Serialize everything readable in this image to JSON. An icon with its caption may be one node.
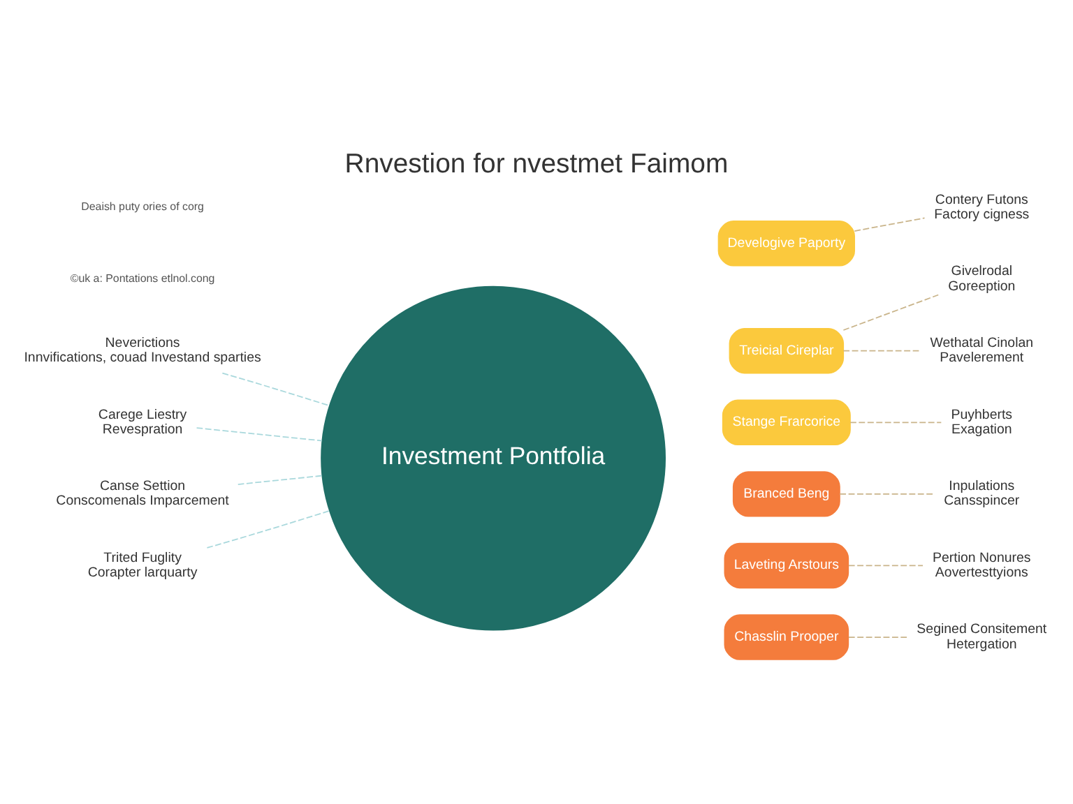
{
  "diagram": {
    "title": "Rnvestion for nvestmet Faimom",
    "nodes": [
      {
        "text": [
          "Investment Pontfolia"
        ]
      },
      {
        "text": [
          "Neverictions",
          "Innvifications, couad Investand sparties"
        ]
      },
      {
        "text": [
          "Carege Liestry",
          "Revespration"
        ]
      },
      {
        "text": [
          "Canse Settion",
          "Conscomenals Imparcement"
        ]
      },
      {
        "text": [
          "Trited Fuglity",
          "Corapter larquarty"
        ]
      },
      {
        "text": [
          "Develogive Paporty"
        ]
      },
      {
        "text": [
          "Treicial Cireplar"
        ]
      },
      {
        "text": [
          "Stange Frarcorice"
        ]
      },
      {
        "text": [
          "Branced Beng"
        ]
      },
      {
        "text": [
          "Laveting Arstours"
        ]
      },
      {
        "text": [
          "Chasslin Prooper"
        ]
      },
      {
        "text": [
          "Contery Futons",
          "Factory cigness"
        ]
      },
      {
        "text": [
          "Givelrodal",
          "Goreeption"
        ]
      },
      {
        "text": [
          "Wethatal Cinolan",
          "Pavelerement"
        ]
      },
      {
        "text": [
          "Puyhberts",
          "Exagation"
        ]
      },
      {
        "text": [
          "Inpulations",
          "Cansspincer"
        ]
      },
      {
        "text": [
          "Pertion Nonures",
          "Aovertesttyions"
        ]
      },
      {
        "text": [
          "Segined Consitement",
          "Hetergation"
        ]
      }
    ],
    "edges": [
      {
        "from": 1,
        "to": 0,
        "arrow": "none",
        "style": "dashed",
        "color": "#a9d8dc"
      },
      {
        "from": 2,
        "to": 0,
        "arrow": "none",
        "style": "dashed",
        "color": "#a9d8dc"
      },
      {
        "from": 3,
        "to": 0,
        "arrow": "none",
        "style": "dashed",
        "color": "#a9d8dc"
      },
      {
        "from": 4,
        "to": 0,
        "arrow": "none",
        "style": "dashed",
        "color": "#a9d8dc"
      },
      {
        "from": 5,
        "to": 11,
        "arrow": "none",
        "style": "dashed"
      },
      {
        "from": 6,
        "to": 12,
        "arrow": "none",
        "style": "dashed"
      },
      {
        "from": 6,
        "to": 13,
        "arrow": "none",
        "style": "dashed"
      },
      {
        "from": 7,
        "to": 14,
        "arrow": "none",
        "style": "dashed"
      },
      {
        "from": 8,
        "to": 15,
        "arrow": "none",
        "style": "dashed"
      },
      {
        "from": 9,
        "to": 16,
        "arrow": "none",
        "style": "dashed"
      },
      {
        "from": 10,
        "to": 17,
        "arrow": "none",
        "style": "dashed"
      }
    ],
    "labels": [
      "©uk a: Pontations etlnol.cong",
      "Deaish puty ories of corg"
    ]
  }
}
